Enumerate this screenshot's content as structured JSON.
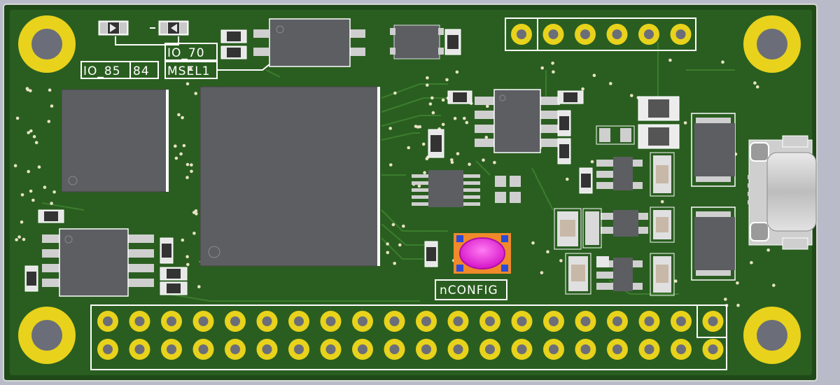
{
  "board": {
    "substrate_color": "#1f4a18",
    "copper_pour_color": "#2c6322",
    "trace_color": "#3a7a2c",
    "silkscreen_color": "#ffffff",
    "pad_gold": "#e8d21c",
    "chip_body": "#5a5c60"
  },
  "silkscreen": {
    "io_85": "IO_85",
    "num_84": "84",
    "io_70": "IO_70",
    "msel1": "MSEL1",
    "nconfig": "nCONFIG"
  },
  "header_top": {
    "pins": 6
  },
  "header_bottom": {
    "rows": 2,
    "cols": 20
  },
  "mounting_holes": 4,
  "components": {
    "button_cap_color": "#e11fd6",
    "button_base_color": "#f08a2a",
    "usb_connector": "usb-c-icon"
  }
}
